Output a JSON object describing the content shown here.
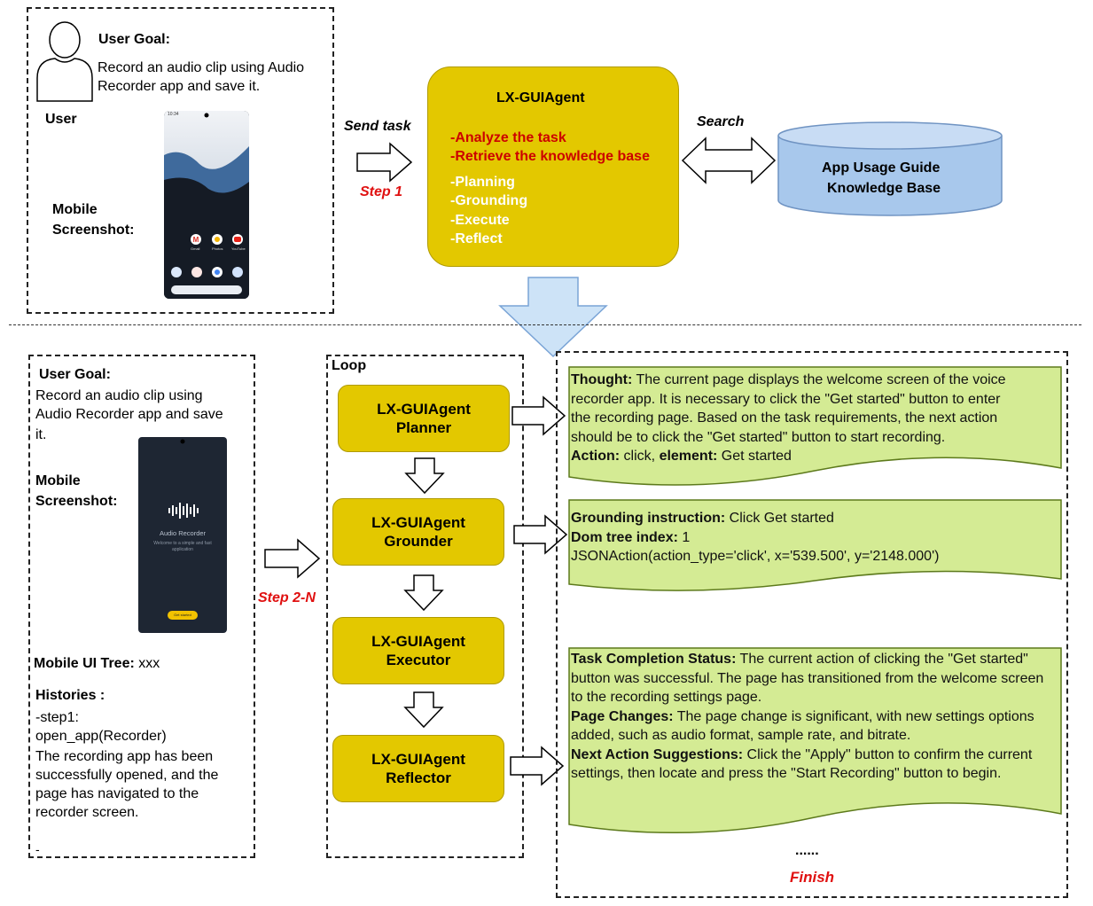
{
  "top": {
    "user_goal_title": "User Goal:",
    "user_goal_text_1": "Record an audio clip using Audio",
    "user_goal_text_2": "Recorder app and save it.",
    "user_label": "User",
    "mobile_label_1": "Mobile",
    "mobile_label_2": "Screenshot:",
    "home_phone": {
      "time": "10:34",
      "apps_row1": [
        "Gmail",
        "Photos",
        "YouTube"
      ]
    }
  },
  "send_task": "Send task",
  "step1": "Step 1",
  "agent_main": {
    "title": "LX-GUIAgent",
    "red_items": [
      "-Analyze the task",
      "-Retrieve the knowledge base"
    ],
    "white_items": [
      "-Planning",
      "-Grounding",
      "-Execute",
      "-Reflect"
    ]
  },
  "search": "Search",
  "kb": {
    "line1": "App Usage Guide",
    "line2": "Knowledge Base"
  },
  "bottom_left": {
    "user_goal_title": "User Goal:",
    "goal_lines": [
      "Record an audio clip using",
      "Audio Recorder app and save",
      "it."
    ],
    "mobile_label_1": "Mobile",
    "mobile_label_2": "Screenshot:",
    "recorder_phone": {
      "app_name": "Audio Recorder",
      "welcome_1": "Welcome to a simple and fast",
      "welcome_2": "application",
      "button": "Get started"
    },
    "ui_tree_label": "Mobile UI Tree:",
    "ui_tree_value": " xxx",
    "histories_label": "Histories :",
    "history_lines": [
      "-step1:",
      "open_app(Recorder)",
      "The recording app has been",
      "successfully opened, and the",
      "page has navigated to the",
      "recorder screen."
    ],
    "trailing": "-"
  },
  "step2n": "Step 2-N",
  "loop": {
    "label": "Loop",
    "agents": [
      {
        "line1": "LX-GUIAgent",
        "line2": "Planner"
      },
      {
        "line1": "LX-GUIAgent",
        "line2": "Grounder"
      },
      {
        "line1": "LX-GUIAgent",
        "line2": "Executor"
      },
      {
        "line1": "LX-GUIAgent",
        "line2": "Reflector"
      }
    ]
  },
  "outputs": {
    "planner": {
      "thought_label": "Thought:",
      "thought_lines": [
        " The current page displays the welcome screen of the voice",
        "recorder app. It is necessary to click the \"Get started\" button to enter",
        "the recording page. Based on the task requirements, the next action",
        "should be to click the \"Get started\" button to start recording."
      ],
      "action_label": "Action:",
      "action_value": " click, ",
      "element_label": "element:",
      "element_value": " Get started"
    },
    "grounder": {
      "instr_label": "Grounding instruction:",
      "instr_value": " Click Get started",
      "dom_label": "Dom tree index:",
      "dom_value": " 1",
      "json_action": "JSONAction(action_type='click', x='539.500', y='2148.000')"
    },
    "reflector": {
      "status_label": "Task Completion Status:",
      "status_lines": [
        " The current action of clicking the \"Get started\"",
        "button was successful. The page has transitioned from the welcome screen",
        "to the recording settings page."
      ],
      "changes_label": "Page Changes:",
      "changes_lines": [
        " The page change is significant, with new settings options",
        "added, such as audio format, sample rate, and bitrate."
      ],
      "next_label": "Next Action Suggestions:",
      "next_lines": [
        " Click the \"Apply\" button to confirm the current",
        "settings, then locate and press the \"Start Recording\" button to begin."
      ]
    },
    "ellipsis": "......",
    "finish": "Finish"
  },
  "colors": {
    "agent_yellow": "#e3c800",
    "note_green": "#d4eb94",
    "kb_blue": "#a8c8ec",
    "arrow_blue": "#cde3f7",
    "step_red": "#e01010"
  }
}
